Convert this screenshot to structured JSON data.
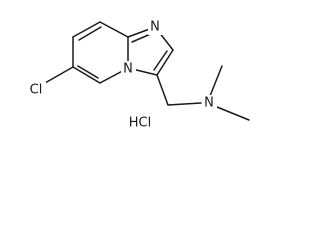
{
  "molecule": {
    "atoms": {
      "n_top": "N",
      "n_bridge": "N",
      "n_amine": "N",
      "cl": "Cl"
    },
    "salt": "HCl"
  },
  "colors": {
    "bond": "#1a1a1a",
    "text": "#1a1a1a",
    "background": "#ffffff"
  }
}
